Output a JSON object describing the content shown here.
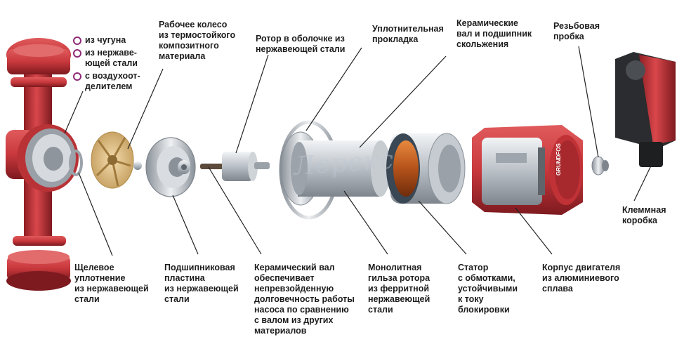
{
  "material_bullets": [
    {
      "text": "из чугуна"
    },
    {
      "text": "из нержаве-\nющей стали"
    },
    {
      "text": "с воздухоот-\nделителем"
    }
  ],
  "labels": {
    "impeller": "Рабочее колесо\nиз термостойкого\nкомпозитного\nматериала",
    "rotor_shell": "Ротор в оболочке из\nнержавеющей стали",
    "gasket": "Уплотнительная\nпрокладка",
    "ceramic_bearing": "Керамические\nвал и подшипник\nскольжения",
    "threaded_plug": "Резьбовая\nпробка",
    "terminal_box": "Клеммная\nкоробка",
    "slot_seal": "Щелевое\nуплотнение\nиз нержавеющей\nстали",
    "bearing_plate": "Подшипниковая\nпластина\nиз нержавеющей\nстали",
    "ceramic_shaft": "Керамический вал\nобеспечивает\nнепревзойденную\nдолговечность работы\nнасоса по сравнению\nс валом из других\nматериалов",
    "rotor_sleeve": "Монолитная\nгильза ротора\nиз ферритной\nнержавеющей\nстали",
    "stator": "Статор\nс обмотками,\nустойчивыми\nк току\nблокировки",
    "motor_housing": "Корпус двигателя\nиз алюминиевого\nсплава"
  },
  "brand_text": "GRUNDFOS",
  "watermark": "Лерекс",
  "colors": {
    "pump_red": "#c8383c",
    "pump_red_dark": "#8f1f24",
    "steel": "#b9bfc6",
    "copper": "#c4611f",
    "leader": "#222222",
    "bullet": "#8e2a76"
  }
}
